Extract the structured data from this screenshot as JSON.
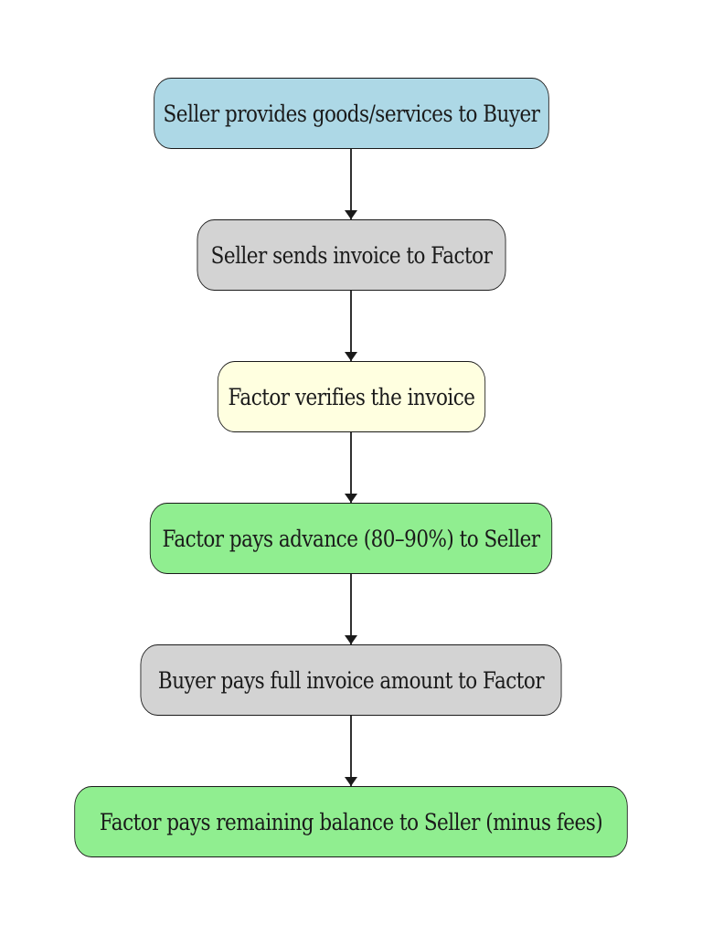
{
  "colors": {
    "blue": "#add8e6",
    "gray": "#d3d3d3",
    "yellow": "#ffffe0",
    "green": "#90ee90",
    "stroke": "#1a1a1a"
  },
  "nodes": [
    {
      "id": "n1",
      "label": "Seller provides goods/services to Buyer",
      "fill": "blue"
    },
    {
      "id": "n2",
      "label": "Seller sends invoice to Factor",
      "fill": "gray"
    },
    {
      "id": "n3",
      "label": "Factor verifies the invoice",
      "fill": "yellow"
    },
    {
      "id": "n4",
      "label": "Factor pays advance (80–90%) to Seller",
      "fill": "green"
    },
    {
      "id": "n5",
      "label": "Buyer pays full invoice amount to Factor",
      "fill": "gray"
    },
    {
      "id": "n6",
      "label": "Factor pays remaining balance to Seller (minus fees)",
      "fill": "green"
    }
  ],
  "edges": [
    {
      "from": "n1",
      "to": "n2"
    },
    {
      "from": "n2",
      "to": "n3"
    },
    {
      "from": "n3",
      "to": "n4"
    },
    {
      "from": "n4",
      "to": "n5"
    },
    {
      "from": "n5",
      "to": "n6"
    }
  ]
}
